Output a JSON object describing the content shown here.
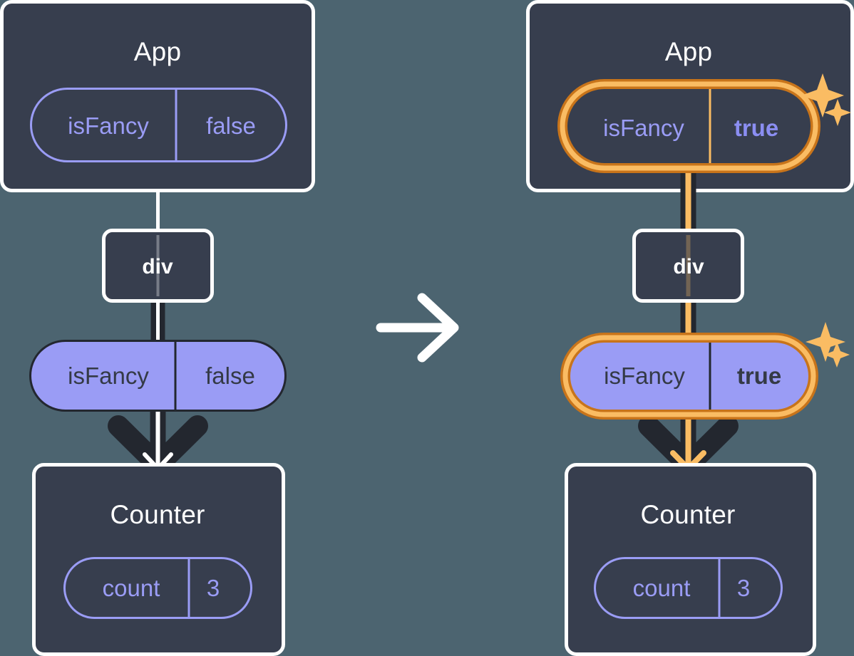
{
  "diagram": {
    "type": "react-state-propagation",
    "title": "",
    "colors": {
      "background": "#4c6470",
      "panel_fill": "#373e4e",
      "panel_border": "#ffffff",
      "pill_outline": "#9a9cf5",
      "pill_solid_fill": "#9a9cf5",
      "pill_solid_border": "#23272f",
      "highlight_outer": "#c8741a",
      "highlight_inner": "#fabc63",
      "edge_dark": "#23272f",
      "edge_light": "#ffffff",
      "edge_orange": "#fabc63",
      "text_light": "#ffffff",
      "text_purple": "#9a9cf5",
      "text_dark": "#343a46"
    },
    "transition_arrow": {
      "icon": "arrow-right-icon",
      "color": "#ffffff"
    },
    "panels": [
      {
        "id": "before",
        "side": "left",
        "app": {
          "title": "App",
          "state_pill": {
            "key": "isFancy",
            "value": "false",
            "style": "outline",
            "highlighted": false,
            "bold_value": false
          }
        },
        "div": {
          "title": "div"
        },
        "prop_pill": {
          "key": "isFancy",
          "value": "false",
          "style": "solid",
          "highlighted": false,
          "bold_value": false
        },
        "counter": {
          "title": "Counter",
          "state_pill": {
            "key": "count",
            "value": "3",
            "style": "outline",
            "highlighted": false,
            "bold_value": false
          }
        },
        "sparkles": false
      },
      {
        "id": "after",
        "side": "right",
        "app": {
          "title": "App",
          "state_pill": {
            "key": "isFancy",
            "value": "true",
            "style": "outline",
            "highlighted": true,
            "bold_value": true
          }
        },
        "div": {
          "title": "div"
        },
        "prop_pill": {
          "key": "isFancy",
          "value": "true",
          "style": "solid",
          "highlighted": true,
          "bold_value": true
        },
        "counter": {
          "title": "Counter",
          "state_pill": {
            "key": "count",
            "value": "3",
            "style": "outline",
            "highlighted": false,
            "bold_value": false
          }
        },
        "sparkles": true,
        "sparkle_icons": [
          "sparkle-large-icon",
          "sparkle-small-icon"
        ]
      }
    ]
  }
}
